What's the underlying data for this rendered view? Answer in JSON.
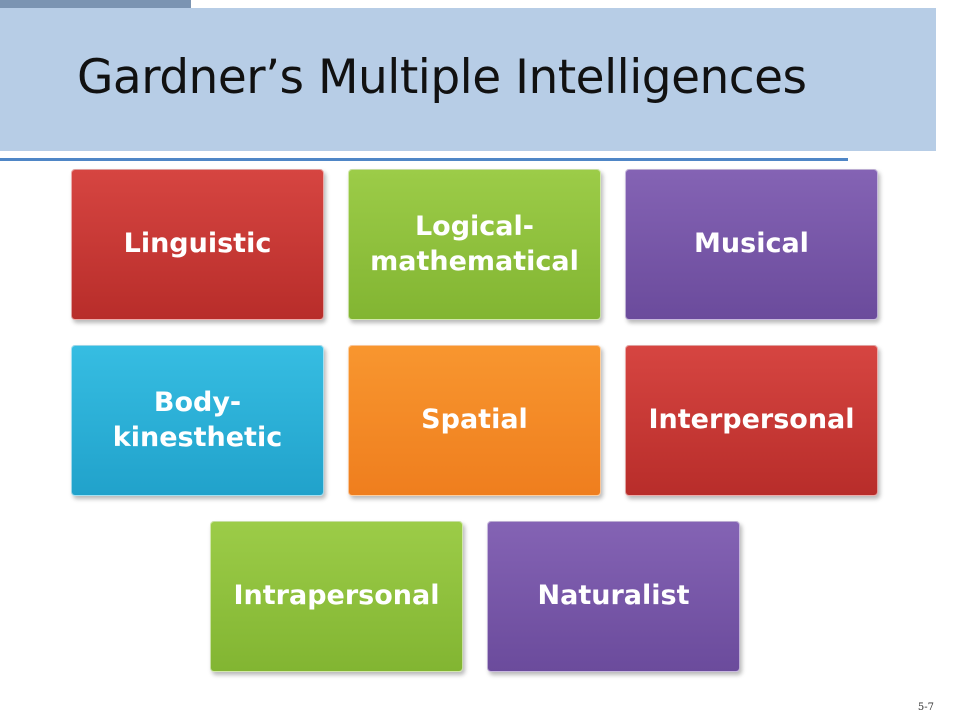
{
  "slide": {
    "title": "Gardner’s Multiple Intelligences",
    "number": "5-7"
  },
  "intelligences": [
    {
      "line1": "Linguistic",
      "line2": "",
      "color": "#c93936"
    },
    {
      "line1": "Logical-",
      "line2": "mathematical",
      "color": "#90c23d"
    },
    {
      "line1": "Musical",
      "line2": "",
      "color": "#7757a8"
    },
    {
      "line1": "Body-",
      "line2": "kinesthetic",
      "color": "#2cb0d7"
    },
    {
      "line1": "Spatial",
      "line2": "",
      "color": "#f48a26"
    },
    {
      "line1": "Interpersonal",
      "line2": "",
      "color": "#c93936"
    },
    {
      "line1": "Intrapersonal",
      "line2": "",
      "color": "#90c23d"
    },
    {
      "line1": "Naturalist",
      "line2": "",
      "color": "#7757a8"
    }
  ],
  "colors": {
    "title_band": "#b7cde6",
    "accent_bar": "#7b94b2",
    "title_rule": "#4f86c6"
  }
}
